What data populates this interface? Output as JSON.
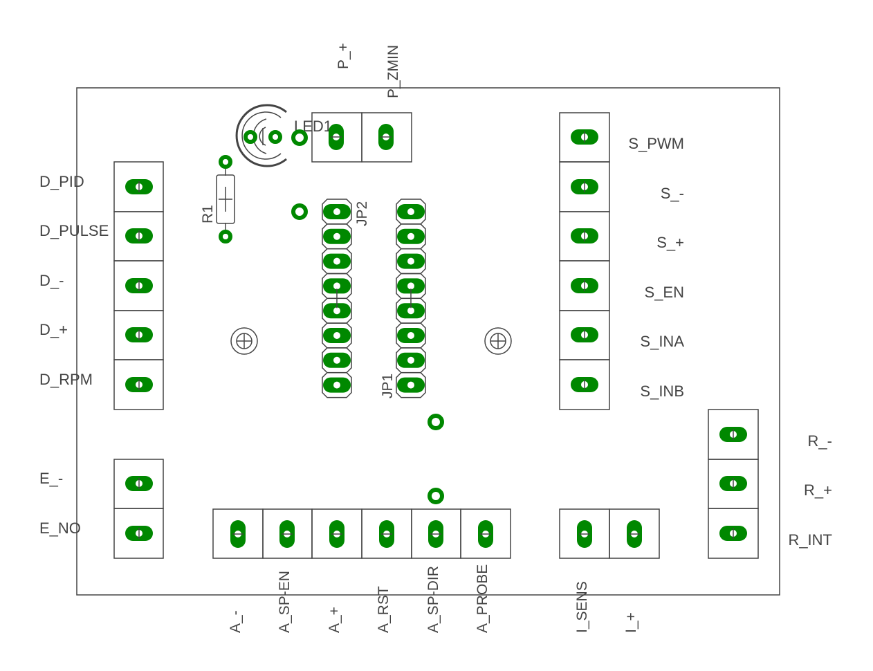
{
  "board": {
    "colors": {
      "copper": "#008800",
      "silkscreen": "#444444",
      "background": "#ffffff"
    }
  },
  "components": {
    "led": {
      "label": "LED1"
    },
    "resistor": {
      "label": "R1"
    },
    "jp1": {
      "label": "JP1"
    },
    "jp2": {
      "label": "JP2"
    }
  },
  "connectors": {
    "top": [
      {
        "label": "P_+"
      },
      {
        "label": "P_ZMIN"
      }
    ],
    "left_d": [
      {
        "label": "D_PID"
      },
      {
        "label": "D_PULSE"
      },
      {
        "label": "D_-"
      },
      {
        "label": "D_+"
      },
      {
        "label": "D_RPM"
      }
    ],
    "left_e": [
      {
        "label": "E_-"
      },
      {
        "label": "E_NO"
      }
    ],
    "right_s": [
      {
        "label": "S_PWM"
      },
      {
        "label": "S_-"
      },
      {
        "label": "S_+"
      },
      {
        "label": "S_EN"
      },
      {
        "label": "S_INA"
      },
      {
        "label": "S_INB"
      }
    ],
    "right_r": [
      {
        "label": "R_-"
      },
      {
        "label": "R_+"
      },
      {
        "label": "R_INT"
      }
    ],
    "bottom_a": [
      {
        "label": "A_-"
      },
      {
        "label": "A_SP-EN"
      },
      {
        "label": "A_+"
      },
      {
        "label": "A_RST"
      },
      {
        "label": "A_SP-DIR"
      },
      {
        "label": "A_PROBE"
      }
    ],
    "bottom_i": [
      {
        "label": "I_SENS"
      },
      {
        "label": "I_+"
      }
    ]
  }
}
